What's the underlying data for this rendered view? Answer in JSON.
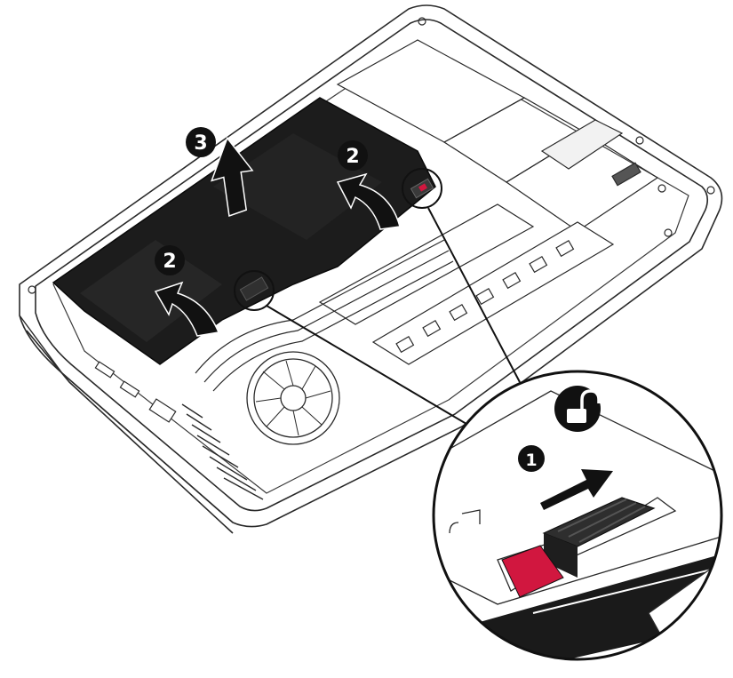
{
  "diagram": {
    "steps": [
      {
        "id": "release-latch",
        "label": "1"
      },
      {
        "id": "rotate-battery-left",
        "label": "2"
      },
      {
        "id": "rotate-battery-right",
        "label": "2"
      },
      {
        "id": "lift-battery",
        "label": "3"
      }
    ],
    "icons": {
      "unlock": "unlocked-padlock-icon",
      "fan": "cooling-fan-icon",
      "memory": "memory-module-icon"
    },
    "colors": {
      "battery": "#1c1c1c",
      "latch_release": "#d1173f",
      "outline": "#2a2a2a",
      "arrow": "#111111"
    }
  }
}
